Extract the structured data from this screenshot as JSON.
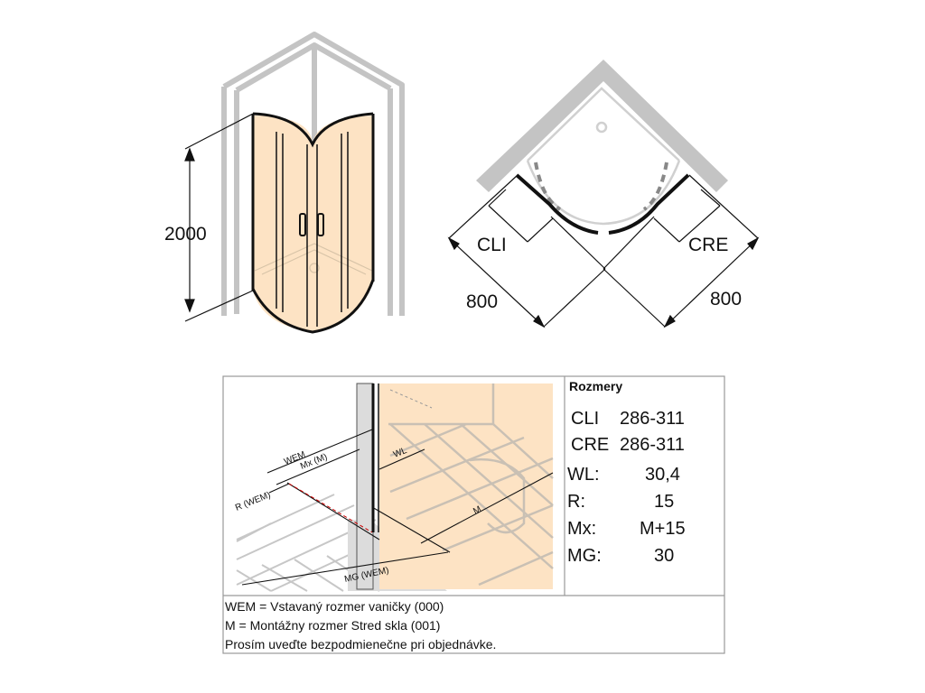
{
  "elevation": {
    "height_label": "2000"
  },
  "plan": {
    "cli_label": "CLI",
    "cre_label": "CRE",
    "width_left": "800",
    "width_right": "800"
  },
  "detail": {
    "wem_label": "WEM",
    "mx_label": "Mx (M)",
    "r_label": "R (WEM)",
    "wl_label": "WL",
    "m_label": "M",
    "mg_label": "MG (WEM)"
  },
  "specs": {
    "title": "Rozmery",
    "rows": [
      {
        "key": "CLI",
        "value": "286-311"
      },
      {
        "key": "CRE",
        "value": "286-311"
      },
      {
        "key": "WL:",
        "value": "30,4"
      },
      {
        "key": "R:",
        "value": "15"
      },
      {
        "key": "Mx:",
        "value": "M+15"
      },
      {
        "key": "MG:",
        "value": "30"
      }
    ]
  },
  "notes": [
    "WEM = Vstavaný rozmer vaničky (000)",
    "M = Montážny rozmer Stred skla (001)",
    "Prosím uveďte bezpodmienečne pri objednávke."
  ],
  "colors": {
    "glass": "#fde3c4",
    "frame": "#111111",
    "wall": "#c8c8c8",
    "grid": "#b5b5b5"
  }
}
